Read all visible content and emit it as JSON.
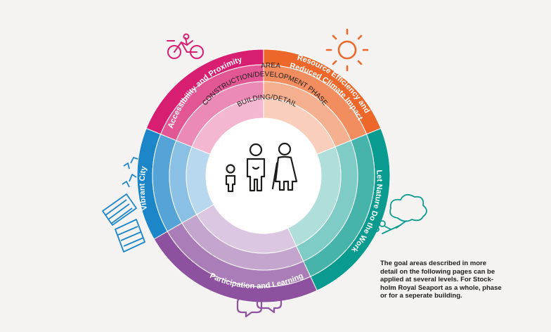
{
  "wheel": {
    "segments": [
      {
        "label": "Accessibility and Proximity",
        "color": "#d81e70",
        "icon": "cyclist-icon"
      },
      {
        "label": "Resource Efficiency and",
        "label2": "Reduced Climate Impact",
        "color": "#ec6729",
        "icon": "sun-icon"
      },
      {
        "label": "Let Nature Do the Work",
        "color": "#099b8f",
        "icon": "tree-icon"
      },
      {
        "label": "Participation and Learning",
        "color": "#8e51a0",
        "icon": "speech-bubbles-icon"
      },
      {
        "label": "Vibrant City",
        "color": "#1d86c9",
        "icon": "buildings-icon"
      }
    ],
    "levels": [
      "AREA",
      "CONSTRUCTION/DEVELOPMENT PHASE",
      "BUILDING/DETAIL"
    ],
    "center_icon": "family-icon"
  },
  "caption": {
    "line1": "The goal areas described in more",
    "line2": "detail on the following pages can be",
    "line3": "applied at several levels. For Stock-",
    "line4": "holm Royal Seaport as a whole, phase",
    "line5": "or for a seperate building."
  },
  "colors": {
    "background": "#f4f3f1",
    "pink": "#d81e70",
    "orange": "#ec6729",
    "teal": "#099b8f",
    "purple": "#8e51a0",
    "blue": "#1d86c9",
    "text": "#1d1d1b"
  }
}
